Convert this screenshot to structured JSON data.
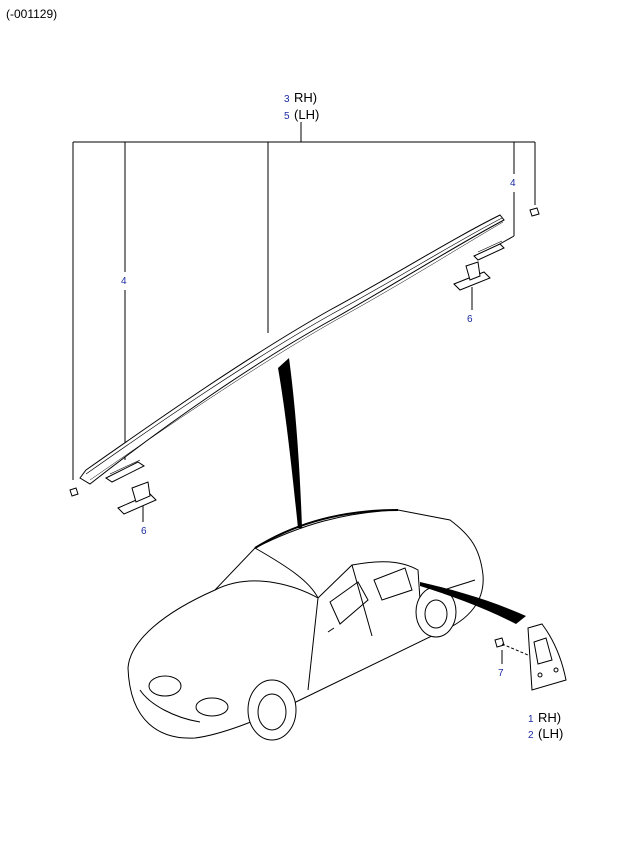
{
  "header": {
    "code": "(-001129)"
  },
  "callouts": {
    "c3": {
      "num": "3",
      "text": "RH)"
    },
    "c5": {
      "num": "5",
      "text": "(LH)"
    },
    "c4a": {
      "num": "4"
    },
    "c4b": {
      "num": "4"
    },
    "c6a": {
      "num": "6"
    },
    "c6b": {
      "num": "6"
    },
    "c7": {
      "num": "7"
    },
    "c1": {
      "num": "1",
      "text": "RH)"
    },
    "c2": {
      "num": "2",
      "text": "(LH)"
    }
  },
  "colors": {
    "callout_number": "#1a2aa0",
    "line": "#000000",
    "background": "#ffffff"
  },
  "icons": [
    "roof-molding-strip",
    "molding-clip",
    "molding-bracket",
    "end-cap",
    "sedan-car",
    "delta-molding",
    "screw"
  ]
}
